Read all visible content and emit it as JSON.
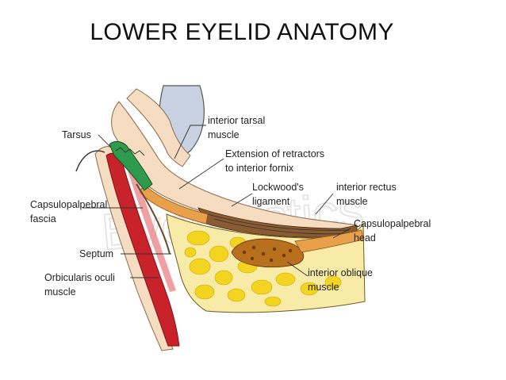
{
  "title": "LOWER EYELID ANATOMY",
  "watermark": "EyePlastics",
  "labels": {
    "tarsus": "Tarsus",
    "inferior_tarsal_1": "interior tarsal",
    "inferior_tarsal_2": "muscle",
    "extension_1": "Extension of retractors",
    "extension_2": "to interior fornix",
    "lockwood_1": "Lockwood's",
    "lockwood_2": "ligament",
    "rectus_1": "interior rectus",
    "rectus_2": "muscle",
    "cp_fascia_1": "Capsulopalpebral",
    "cp_fascia_2": "fascia",
    "cp_head_1": "Capsulopalpebral",
    "cp_head_2": "head",
    "septum": "Septum",
    "orbicularis_1": "Orbicularis oculi",
    "orbicularis_2": "muscle",
    "oblique_1": "interior oblique",
    "oblique_2": "muscle"
  },
  "colors": {
    "skin": "#f6dcc0",
    "muscle_red": "#c8222a",
    "fat_yellow": "#f3d420",
    "fat_background": "#f8eba8",
    "tarsus_green": "#2e9a4e",
    "globe": "#c8d2e2",
    "oblique_brown": "#b8701e",
    "rectus_stripe": "#5b3a20"
  }
}
